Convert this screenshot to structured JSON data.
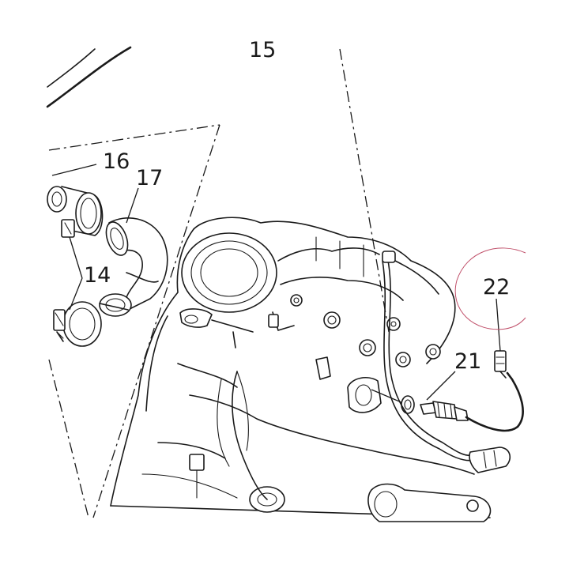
{
  "callouts": {
    "c14": "14",
    "c15": "15",
    "c16": "16",
    "c17": "17",
    "c21": "21",
    "c22": "22"
  },
  "colors": {
    "line": "#1a1a1a",
    "highlight_circle": "#c0506a",
    "background": "#ffffff"
  }
}
